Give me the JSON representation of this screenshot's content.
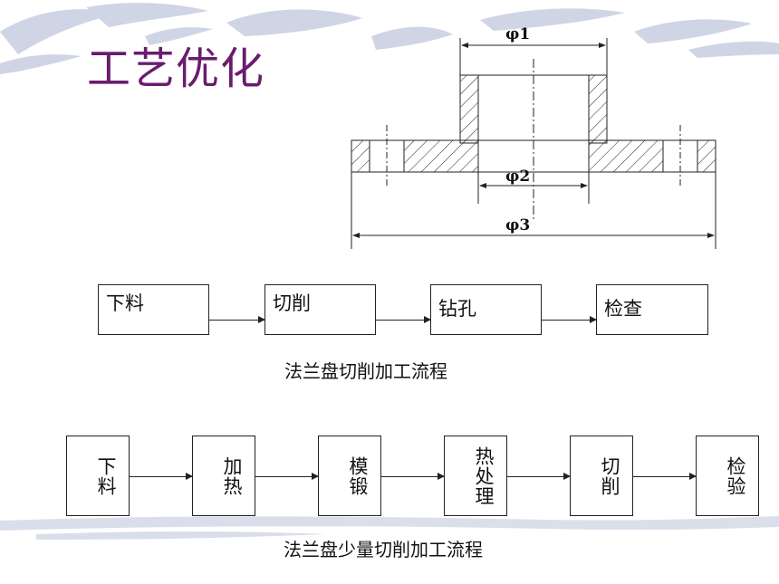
{
  "slide": {
    "title": "工艺优化",
    "title_color": "#6a1c6e"
  },
  "drawing": {
    "dim_phi1": "φ1",
    "dim_phi2": "φ2",
    "dim_phi3": "φ3"
  },
  "flow1": {
    "steps": [
      "下料",
      "切削",
      "钻孔",
      "检查"
    ],
    "caption": "法兰盘切削加工流程"
  },
  "flow2": {
    "steps": [
      "下料",
      "加热",
      "模锻",
      "热处理",
      "切削",
      "检验"
    ],
    "caption": "法兰盘少量切削加工流程"
  }
}
